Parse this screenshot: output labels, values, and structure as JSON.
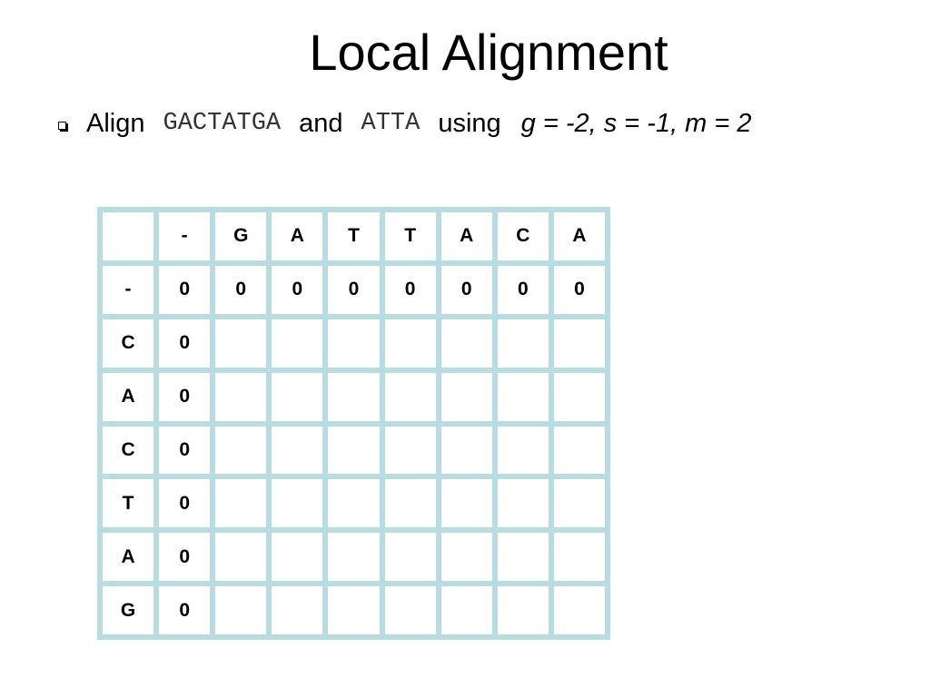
{
  "slide": {
    "title": "Local Alignment",
    "bullet": {
      "prefix": "Align",
      "seq1": "GACTATGA",
      "conj": "and",
      "seq2": "ATTA",
      "using": "using",
      "params": "g = -2, s = -1, m = 2"
    }
  },
  "matrix": {
    "column_headers": [
      "",
      "-",
      "G",
      "A",
      "T",
      "T",
      "A",
      "C",
      "A"
    ],
    "rows": [
      {
        "label": "-",
        "values": [
          "0",
          "0",
          "0",
          "0",
          "0",
          "0",
          "0",
          "0"
        ]
      },
      {
        "label": "C",
        "values": [
          "0",
          "",
          "",
          "",
          "",
          "",
          "",
          ""
        ]
      },
      {
        "label": "A",
        "values": [
          "0",
          "",
          "",
          "",
          "",
          "",
          "",
          ""
        ]
      },
      {
        "label": "C",
        "values": [
          "0",
          "",
          "",
          "",
          "",
          "",
          "",
          ""
        ]
      },
      {
        "label": "T",
        "values": [
          "0",
          "",
          "",
          "",
          "",
          "",
          "",
          ""
        ]
      },
      {
        "label": "A",
        "values": [
          "0",
          "",
          "",
          "",
          "",
          "",
          "",
          ""
        ]
      },
      {
        "label": "G",
        "values": [
          "0",
          "",
          "",
          "",
          "",
          "",
          "",
          ""
        ]
      }
    ]
  }
}
